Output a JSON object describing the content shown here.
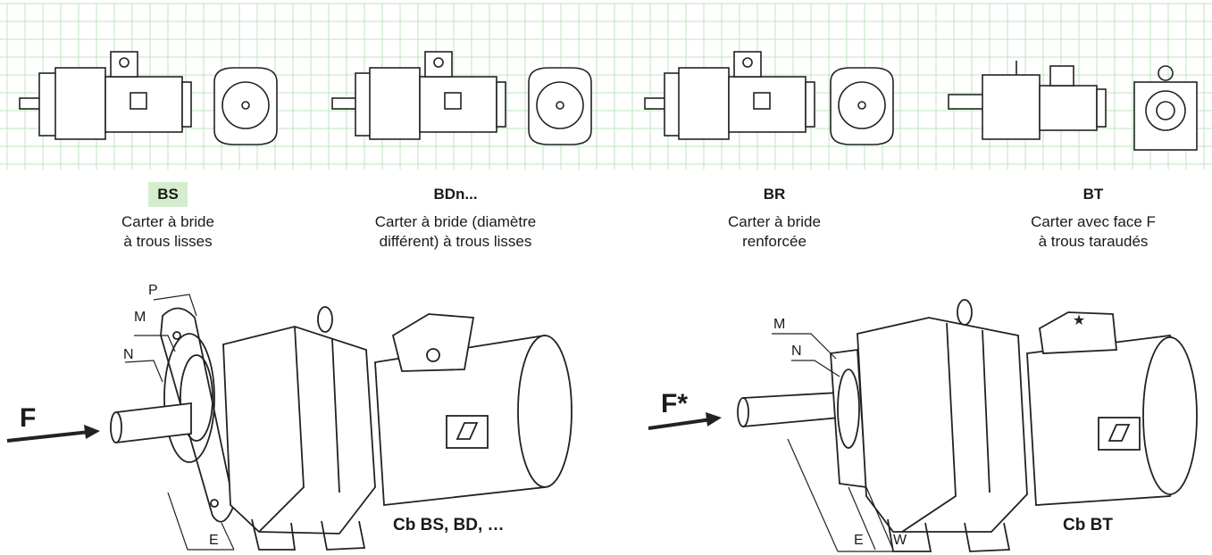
{
  "colors": {
    "grid": "#bfe5bd",
    "highlight": "#d4edce",
    "ink": "#1a1a1a"
  },
  "variants": [
    {
      "code": "BS",
      "line1": "Carter à bride",
      "line2": "à trous lisses",
      "highlighted": true
    },
    {
      "code": "BDn...",
      "line1": "Carter à bride (diamètre",
      "line2": "différent) à trous lisses",
      "highlighted": false
    },
    {
      "code": "BR",
      "line1": "Carter à bride",
      "line2": "renforcée",
      "highlighted": false
    },
    {
      "code": "BT",
      "line1": "Carter avec face F",
      "line2": "à trous taraudés",
      "highlighted": false
    }
  ],
  "left_illustration": {
    "labels": {
      "p": "P",
      "m": "M",
      "n": "N",
      "f": "F",
      "e": "E"
    },
    "caption": "Cb BS, BD, …"
  },
  "right_illustration": {
    "labels": {
      "m": "M",
      "n": "N",
      "f": "F*",
      "e": "E",
      "w": "W"
    },
    "caption": "Cb BT",
    "star_icon": "★"
  }
}
